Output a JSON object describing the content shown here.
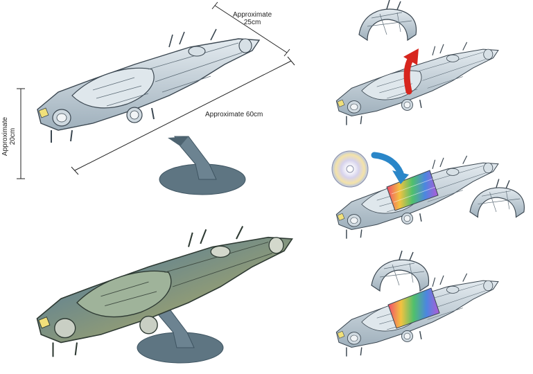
{
  "dimensions": {
    "length_label": "Approximate 60cm",
    "width_label_line1": "Approximate",
    "width_label_line2": "25cm",
    "height_label_line1": "Approximate",
    "height_label_line2": "20cm"
  },
  "colors": {
    "hull": "#c9d4dc",
    "hull_shade": "#9fb0bc",
    "hull_line": "#3a4650",
    "stand": "#5e7582",
    "stand_dark": "#3e5461",
    "camo_a": "#8d9a78",
    "camo_b": "#6f8a8a",
    "arrow_red": "#d7261e",
    "arrow_blue": "#2a86c8",
    "glow": "#f1e07a",
    "disc": "#d8d8e4"
  },
  "icons": {
    "disc": "cd-disc-icon",
    "lift_arrow": "red-curved-arrow-icon",
    "insert_arrow": "blue-curved-arrow-icon"
  }
}
